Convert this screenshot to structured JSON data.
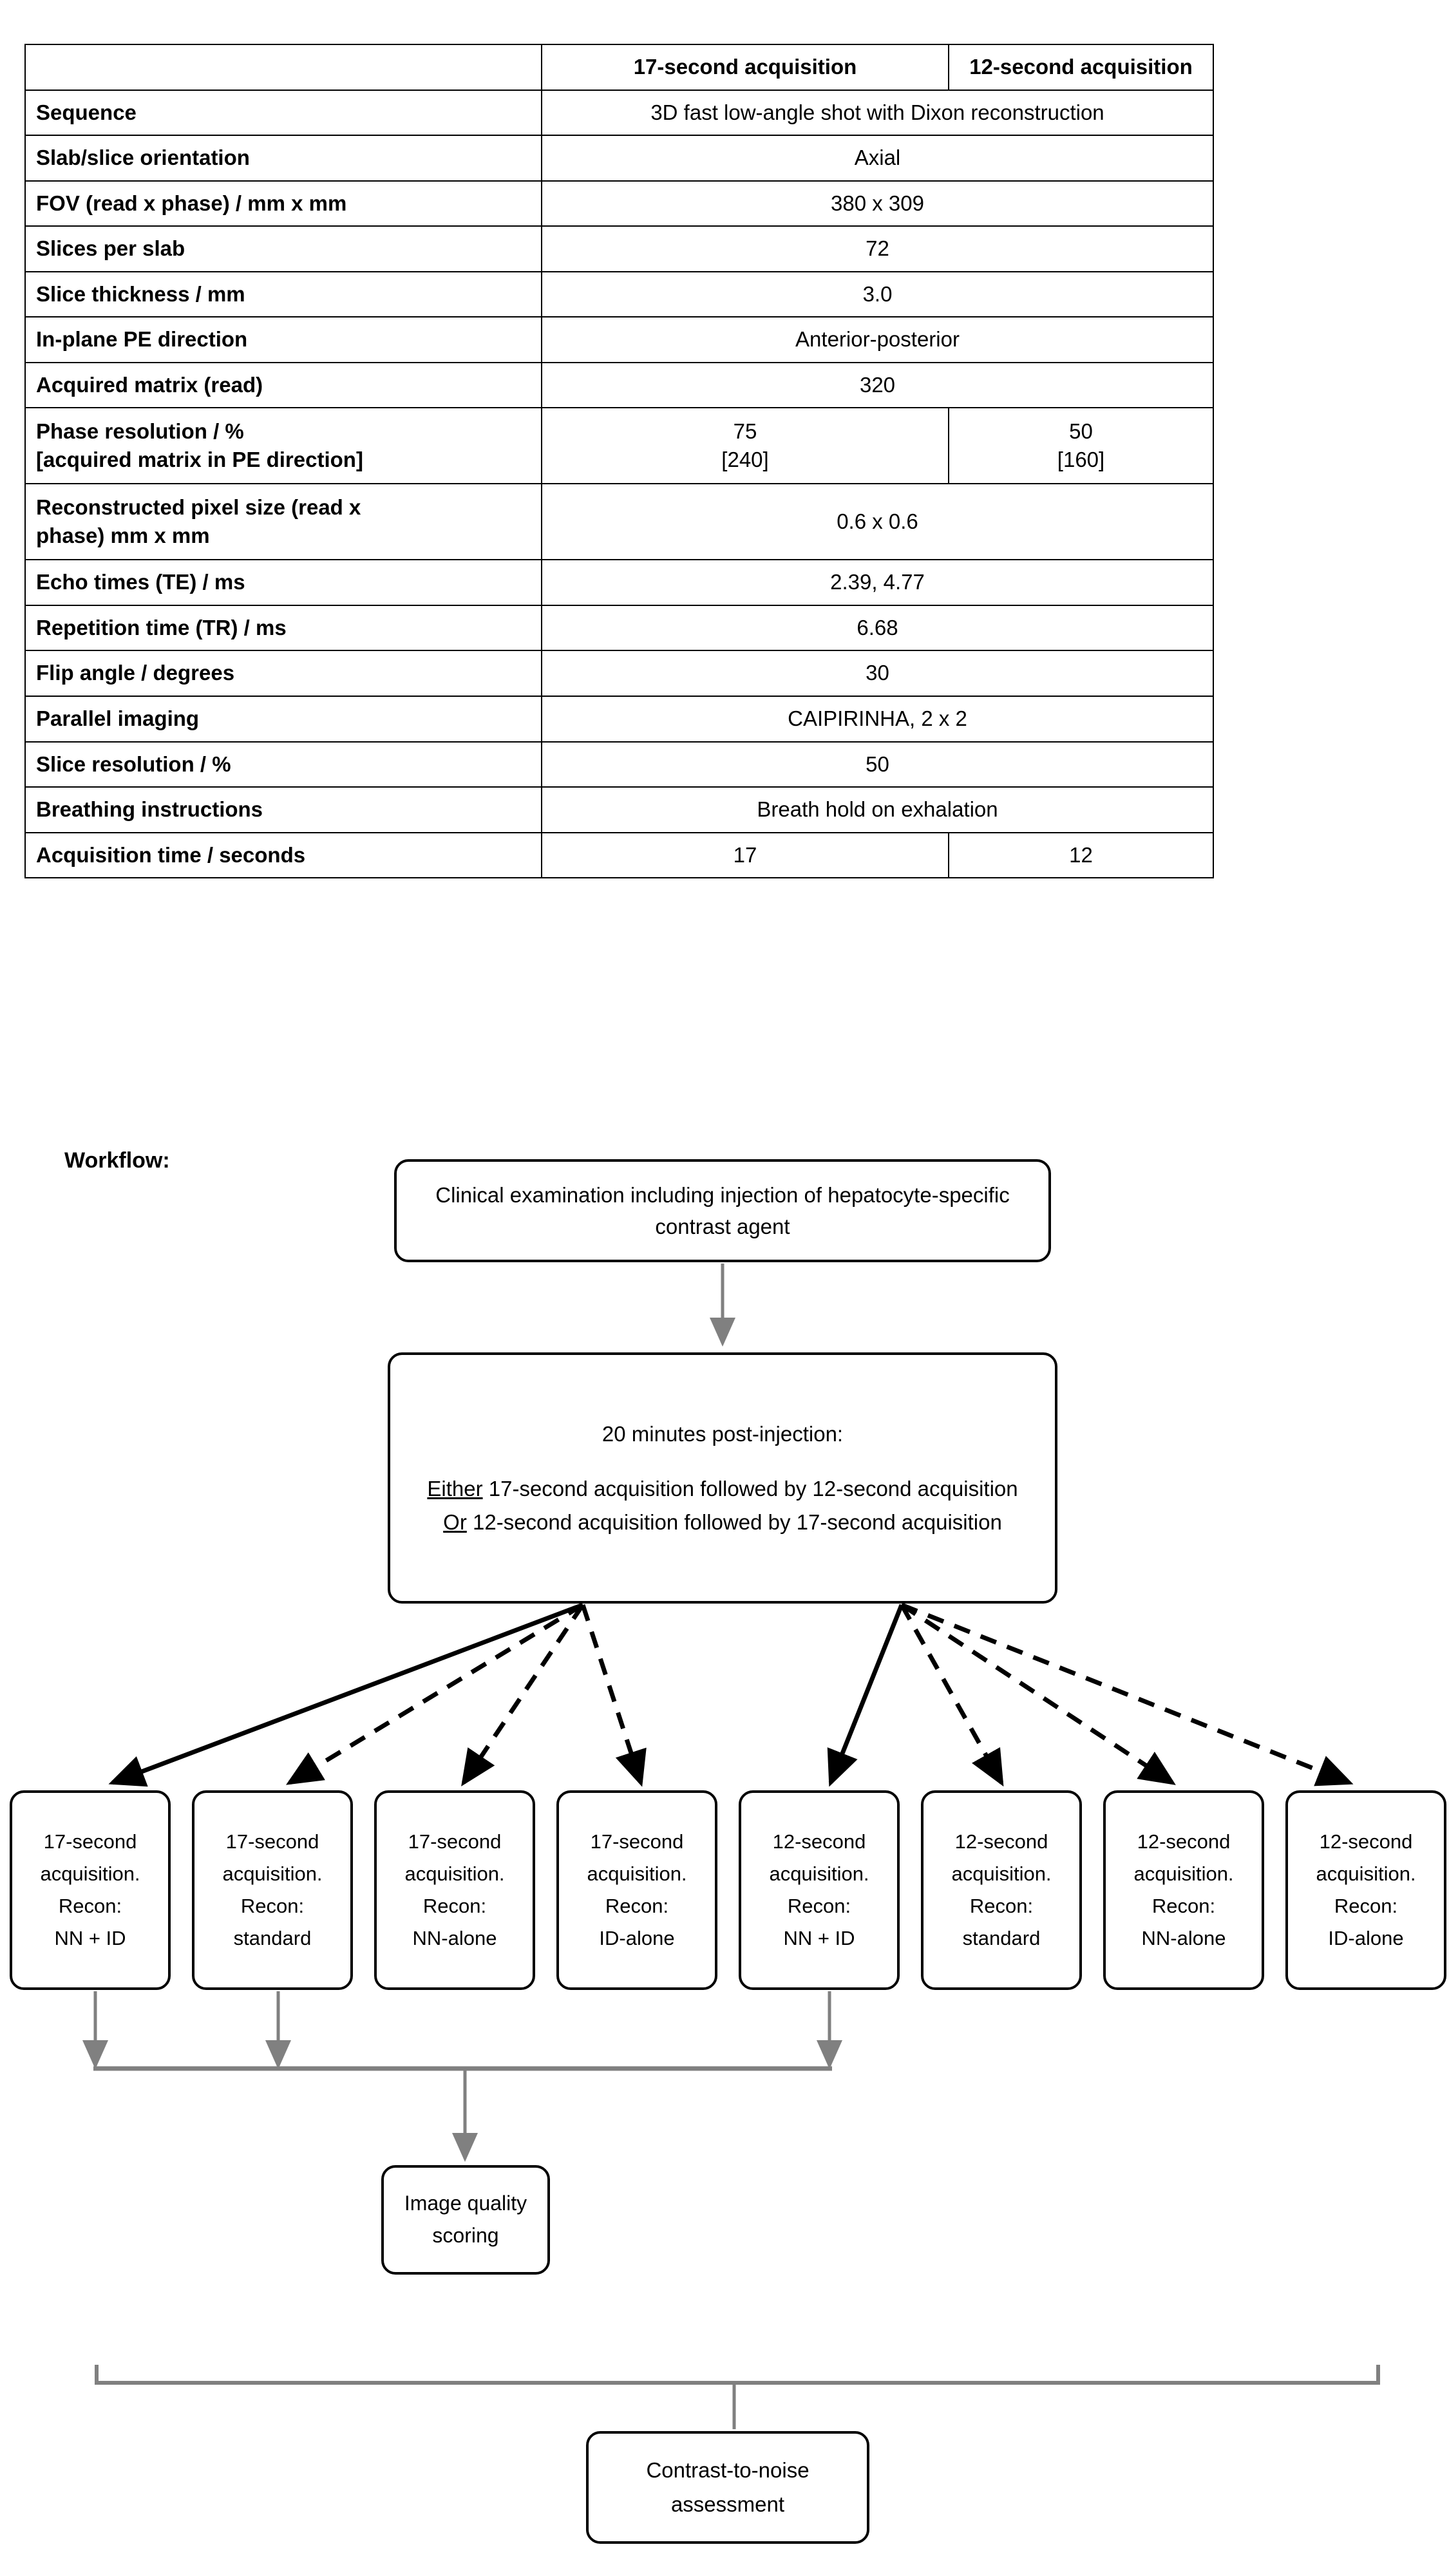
{
  "table": {
    "columns": [
      "",
      "17-second acquisition",
      "12-second acquisition"
    ],
    "rows": [
      {
        "label": "Sequence",
        "span": true,
        "value": "3D fast low-angle shot with Dixon reconstruction"
      },
      {
        "label": "Slab/slice orientation",
        "span": true,
        "value": "Axial"
      },
      {
        "label": "FOV (read x phase) / mm x mm",
        "span": true,
        "value": "380 x 309"
      },
      {
        "label": "Slices per slab",
        "span": true,
        "value": "72"
      },
      {
        "label": "Slice thickness / mm",
        "span": true,
        "value": "3.0"
      },
      {
        "label": "In-plane PE direction",
        "span": true,
        "value": "Anterior-posterior"
      },
      {
        "label": "Acquired matrix (read)",
        "span": true,
        "value": "320"
      },
      {
        "label": "Phase resolution / %",
        "label2": "[acquired matrix in PE direction]",
        "span": false,
        "a": "75",
        "a2": "[240]",
        "b": "50",
        "b2": "[160]"
      },
      {
        "label": "Reconstructed pixel size (read x",
        "label2": "phase) mm x mm",
        "span": true,
        "value": "0.6 x 0.6"
      },
      {
        "label": "Echo times (TE) / ms",
        "span": true,
        "value": "2.39, 4.77"
      },
      {
        "label": "Repetition time (TR) / ms",
        "span": true,
        "value": "6.68"
      },
      {
        "label": "Flip angle / degrees",
        "span": true,
        "value": "30"
      },
      {
        "label": "Parallel imaging",
        "span": true,
        "value": "CAIPIRINHA, 2 x 2"
      },
      {
        "label": "Slice resolution / %",
        "span": true,
        "value": "50"
      },
      {
        "label": "Breathing instructions",
        "span": true,
        "value": "Breath hold on exhalation"
      },
      {
        "label": "Acquisition time / seconds",
        "span": false,
        "a": "17",
        "b": "12"
      }
    ]
  },
  "workflow": {
    "title": "Workflow:",
    "clinical": "Clinical examination including injection of hepatocyte-specific contrast agent",
    "twenty": {
      "heading": "20 minutes post-injection:",
      "either_kw": "Either",
      "either_rest": " 17-second acquisition followed by 12-second acquisition",
      "or_kw": "Or",
      "or_rest": " 12-second acquisition followed by 17-second acquisition"
    },
    "recon_boxes": [
      {
        "line1": "17-second",
        "line2": "acquisition.",
        "line3": "Recon:",
        "line4": "NN + ID"
      },
      {
        "line1": "17-second",
        "line2": "acquisition.",
        "line3": "Recon:",
        "line4": "standard"
      },
      {
        "line1": "17-second",
        "line2": "acquisition.",
        "line3": "Recon:",
        "line4": "NN-alone"
      },
      {
        "line1": "17-second",
        "line2": "acquisition.",
        "line3": "Recon:",
        "line4": "ID-alone"
      },
      {
        "line1": "12-second",
        "line2": "acquisition.",
        "line3": "Recon:",
        "line4": "NN + ID"
      },
      {
        "line1": "12-second",
        "line2": "acquisition.",
        "line3": "Recon:",
        "line4": "standard"
      },
      {
        "line1": "12-second",
        "line2": "acquisition.",
        "line3": "Recon:",
        "line4": "NN-alone"
      },
      {
        "line1": "12-second",
        "line2": "acquisition.",
        "line3": "Recon:",
        "line4": "ID-alone"
      }
    ],
    "image_quality": "Image quality scoring",
    "cnr": "Contrast-to-noise assessment"
  },
  "colors": {
    "ink": "#000000",
    "gray_connector": "#808080",
    "background": "#ffffff"
  }
}
